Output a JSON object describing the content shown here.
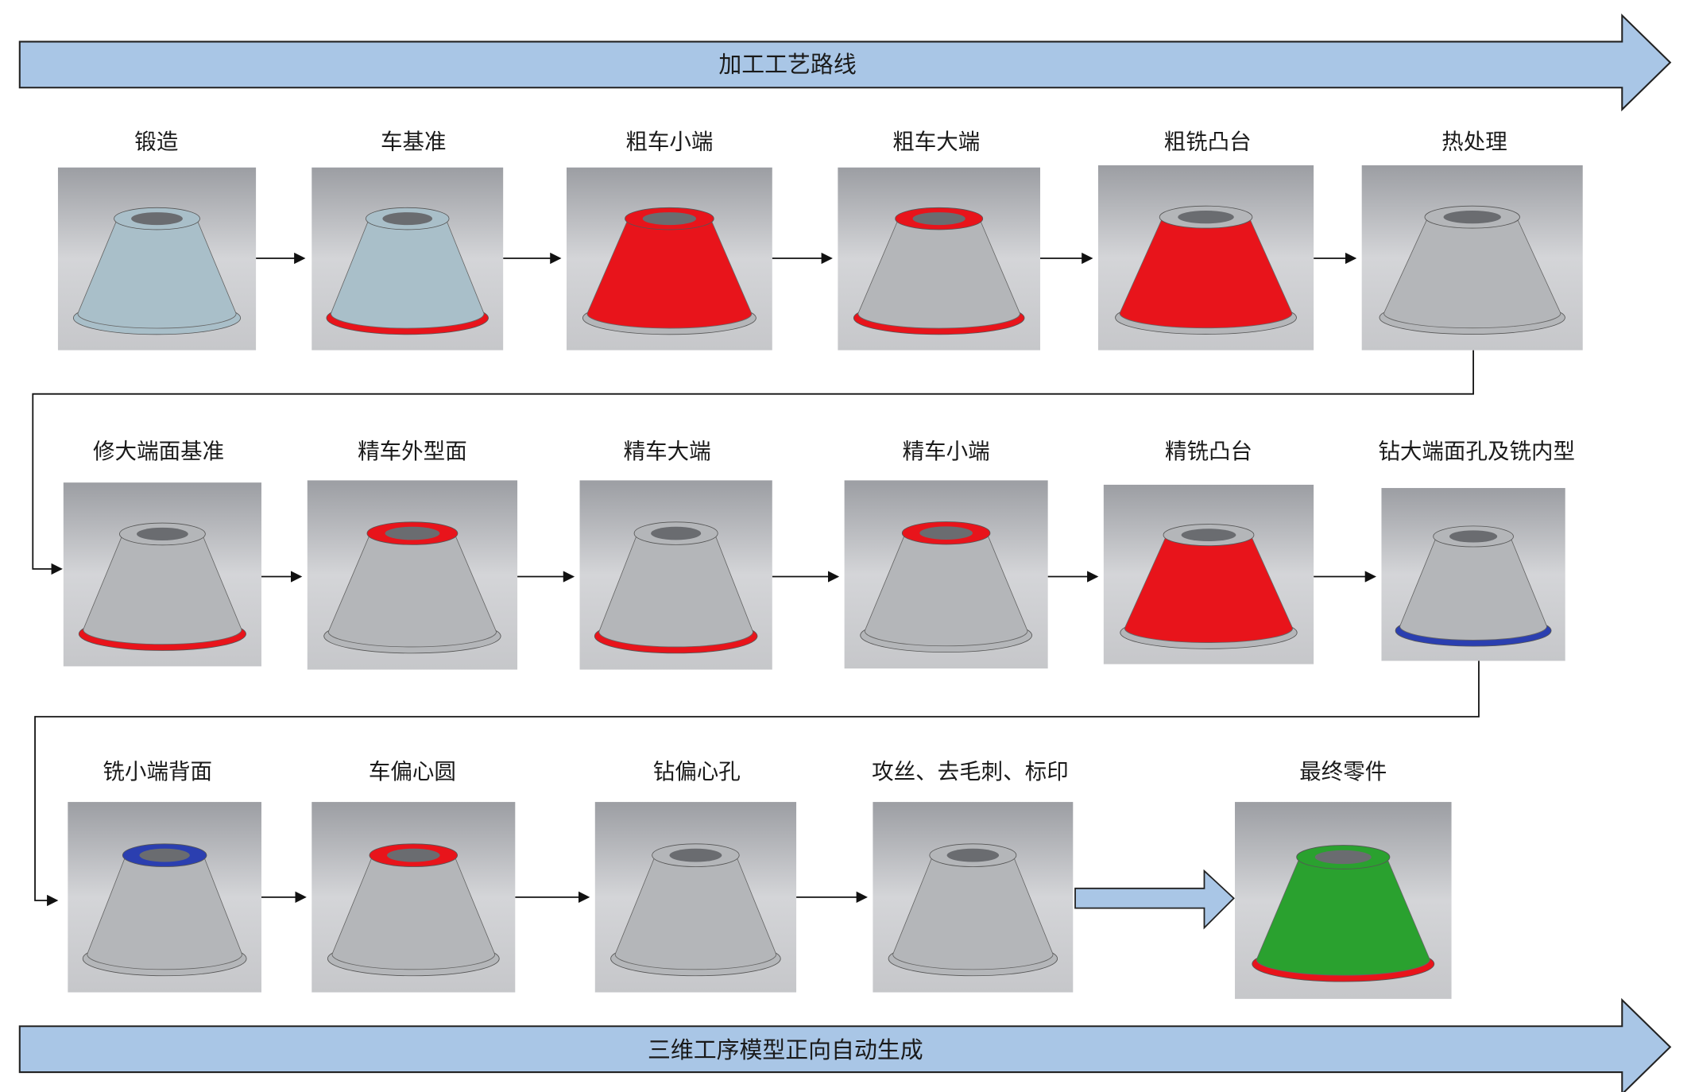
{
  "title_arrow": "加工工艺路线",
  "bottom_arrow": "三维工序模型正向自动生成",
  "colors": {
    "arrow_fill": "#a9c6e6",
    "arrow_stroke": "#222222",
    "red": "#e8141b",
    "blue": "#2b3fb0",
    "green": "#2aa12f",
    "grey": "#b4b6b9",
    "steel": "#a9bfc9"
  },
  "steps": [
    {
      "label": "锻造",
      "body": "steel",
      "top": "steel",
      "bottom": "steel"
    },
    {
      "label": "车基准",
      "body": "steel",
      "top": "steel",
      "bottom": "red"
    },
    {
      "label": "粗车小端",
      "body": "red",
      "top": "red",
      "bottom": "grey"
    },
    {
      "label": "粗车大端",
      "body": "grey",
      "top": "red",
      "bottom": "red"
    },
    {
      "label": "粗铣凸台",
      "body": "red",
      "top": "grey",
      "bottom": "grey"
    },
    {
      "label": "热处理",
      "body": "grey",
      "top": "grey",
      "bottom": "grey"
    },
    {
      "label": "修大端面基准",
      "body": "grey",
      "top": "grey",
      "bottom": "red"
    },
    {
      "label": "精车外型面",
      "body": "grey",
      "top": "red",
      "bottom": "grey"
    },
    {
      "label": "精车大端",
      "body": "grey",
      "top": "grey",
      "bottom": "red"
    },
    {
      "label": "精车小端",
      "body": "grey",
      "top": "red",
      "bottom": "grey"
    },
    {
      "label": "精铣凸台",
      "body": "red",
      "top": "grey",
      "bottom": "grey"
    },
    {
      "label": "钻大端面孔及铣内型",
      "body": "grey",
      "top": "grey",
      "bottom": "blue"
    },
    {
      "label": "铣小端背面",
      "body": "grey",
      "top": "blue",
      "bottom": "grey"
    },
    {
      "label": "车偏心圆",
      "body": "grey",
      "top": "red",
      "bottom": "grey"
    },
    {
      "label": "钻偏心孔",
      "body": "grey",
      "top": "grey",
      "bottom": "grey"
    },
    {
      "label": "攻丝、去毛刺、标印",
      "body": "grey",
      "top": "grey",
      "bottom": "grey"
    },
    {
      "label": "最终零件",
      "body": "green",
      "top": "green",
      "bottom": "red"
    }
  ]
}
